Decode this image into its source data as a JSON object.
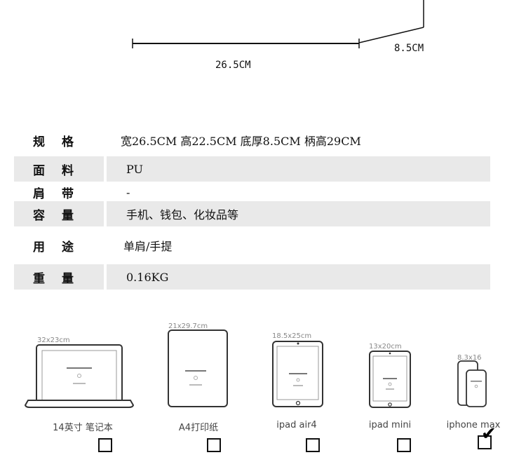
{
  "dimensions": {
    "width_label": "26.5CM",
    "depth_label": "8.5CM"
  },
  "specs": [
    {
      "label": "规格",
      "value": "宽26.5CM 高22.5CM 底厚8.5CM 柄高29CM",
      "shaded": false
    },
    {
      "label": "面料",
      "value": "PU",
      "shaded": true
    },
    {
      "label": "肩带",
      "value": "-",
      "shaded": false
    },
    {
      "label": "容量",
      "value": "手机、钱包、化妆品等",
      "shaded": true
    },
    {
      "label": "用途",
      "value": "单肩/手提",
      "shaded": false
    },
    {
      "label": "重量",
      "value": "0.16KG",
      "shaded": true
    }
  ],
  "devices": [
    {
      "name": "14英寸 笔记本",
      "size": "32x23cm",
      "checked": false
    },
    {
      "name": "A4打印纸",
      "size": "21x29.7cm",
      "checked": false
    },
    {
      "name": "ipad air4",
      "size": "18.5x25cm",
      "checked": false
    },
    {
      "name": "ipad mini",
      "size": "13x20cm",
      "checked": false
    },
    {
      "name": "iphone max",
      "size": "8.3x16",
      "checked": true
    }
  ],
  "check_mark": "✔"
}
